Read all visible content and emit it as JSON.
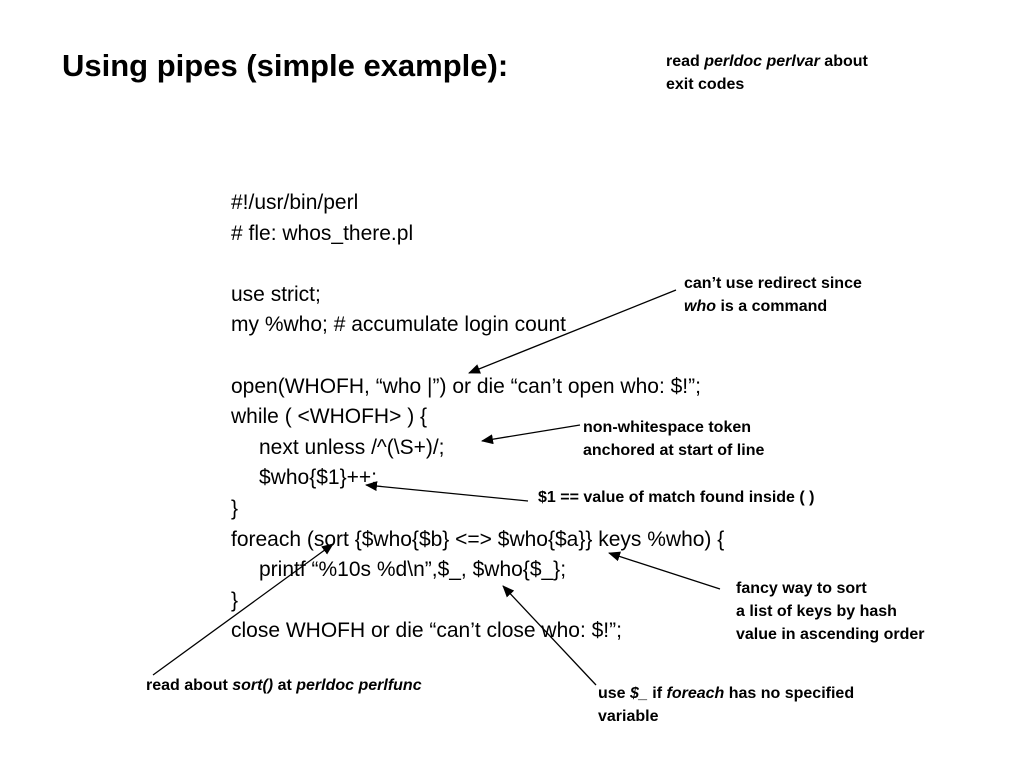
{
  "slide": {
    "title": "Using pipes (simple example):",
    "code_lines": [
      {
        "text": "#!/usr/bin/perl",
        "indent": false
      },
      {
        "text": "# fle: whos_there.pl",
        "indent": false
      },
      {
        "text": "",
        "indent": false
      },
      {
        "text": "use strict;",
        "indent": false
      },
      {
        "text": "my %who; # accumulate login count",
        "indent": false
      },
      {
        "text": "",
        "indent": false
      },
      {
        "text": "open(WHOFH, “who |”) or die “can’t open who: $!”;",
        "indent": false
      },
      {
        "text": "while ( <WHOFH> ) {",
        "indent": false
      },
      {
        "text": "next unless /^(\\S+)/;",
        "indent": true
      },
      {
        "text": "$who{$1}++;",
        "indent": true
      },
      {
        "text": "}",
        "indent": false
      },
      {
        "text": "foreach (sort {$who{$b} <=> $who{$a}} keys %who) {",
        "indent": false
      },
      {
        "text": "printf “%10s %d\\n”,$_, $who{$_};",
        "indent": true
      },
      {
        "text": "}",
        "indent": false
      },
      {
        "text": "close WHOFH or die “can’t close who: $!”;",
        "indent": false
      }
    ],
    "notes": {
      "exit_codes": {
        "a": "read ",
        "b": "perldoc perlvar",
        "c": " about",
        "d": "exit codes"
      },
      "redirect": {
        "a": "can’t use redirect since",
        "b": "who",
        "c": " is a command"
      },
      "token": {
        "a": "non-whitespace token",
        "b": "anchored at start of line"
      },
      "match": {
        "a": "$1 == value of match found inside ( )"
      },
      "sort_fancy": {
        "a": "fancy way to sort",
        "b": "a list of keys by hash",
        "c": "value in ascending order"
      },
      "sort_read": {
        "a": "read about ",
        "b": "sort()",
        "c": " at ",
        "d": "perldoc perlfunc"
      },
      "default_var": {
        "a": "use ",
        "b": "$_",
        "c": " if ",
        "d": "foreach",
        "e": " has no specified",
        "f": "variable"
      }
    }
  }
}
